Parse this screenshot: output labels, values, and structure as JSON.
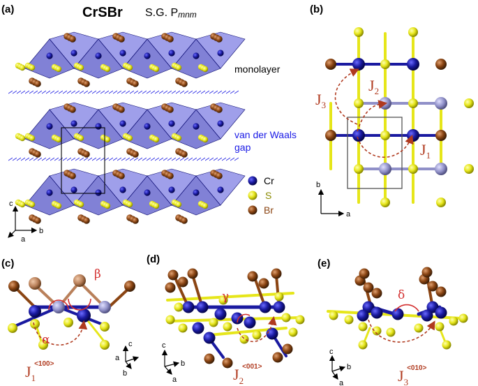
{
  "panels": {
    "a": {
      "label": "(a)",
      "formula": "CrSBr",
      "space_group_prefix": "S.G. P",
      "space_group_italic": "mnm",
      "monolayer": "monolayer",
      "vdw_line1": "van der Waals",
      "vdw_line2": "gap",
      "axes": {
        "c": "c",
        "b": "b",
        "a": "a"
      }
    },
    "b": {
      "label": "(b)",
      "j1": "J",
      "j1_sub": "1",
      "j2": "J",
      "j2_sub": "2",
      "j3": "J",
      "j3_sub": "3",
      "axes": {
        "b": "b",
        "a": "a"
      }
    },
    "c": {
      "label": "(c)",
      "beta": "β",
      "alpha": "α",
      "j": "J",
      "j_sub": "1",
      "j_sup": "<100>",
      "axes": {
        "c": "c",
        "a": "a",
        "b": "b"
      }
    },
    "d": {
      "label": "(d)",
      "gamma": "γ",
      "j": "J",
      "j_sub": "2",
      "j_sup": "<001>",
      "axes": {
        "c": "c",
        "b": "b",
        "a": "a"
      }
    },
    "e": {
      "label": "(e)",
      "delta": "δ",
      "j": "J",
      "j_sub": "3",
      "j_sup": "<010>",
      "axes": {
        "c": "c",
        "b": "b",
        "a": "a"
      }
    }
  },
  "legend": [
    {
      "element": "Cr",
      "color": "#1a1aa0"
    },
    {
      "element": "S",
      "color": "#e6e61a"
    },
    {
      "element": "Br",
      "color": "#8b4513"
    }
  ],
  "colors": {
    "cr": "#1a1aa0",
    "cr_light": "#9090c8",
    "s": "#e6e61a",
    "br": "#8b4513",
    "br_light": "#b9805a",
    "exchange": "#b03a1f",
    "angle": "#d32f2f",
    "vdw": "#1a1ae6"
  }
}
